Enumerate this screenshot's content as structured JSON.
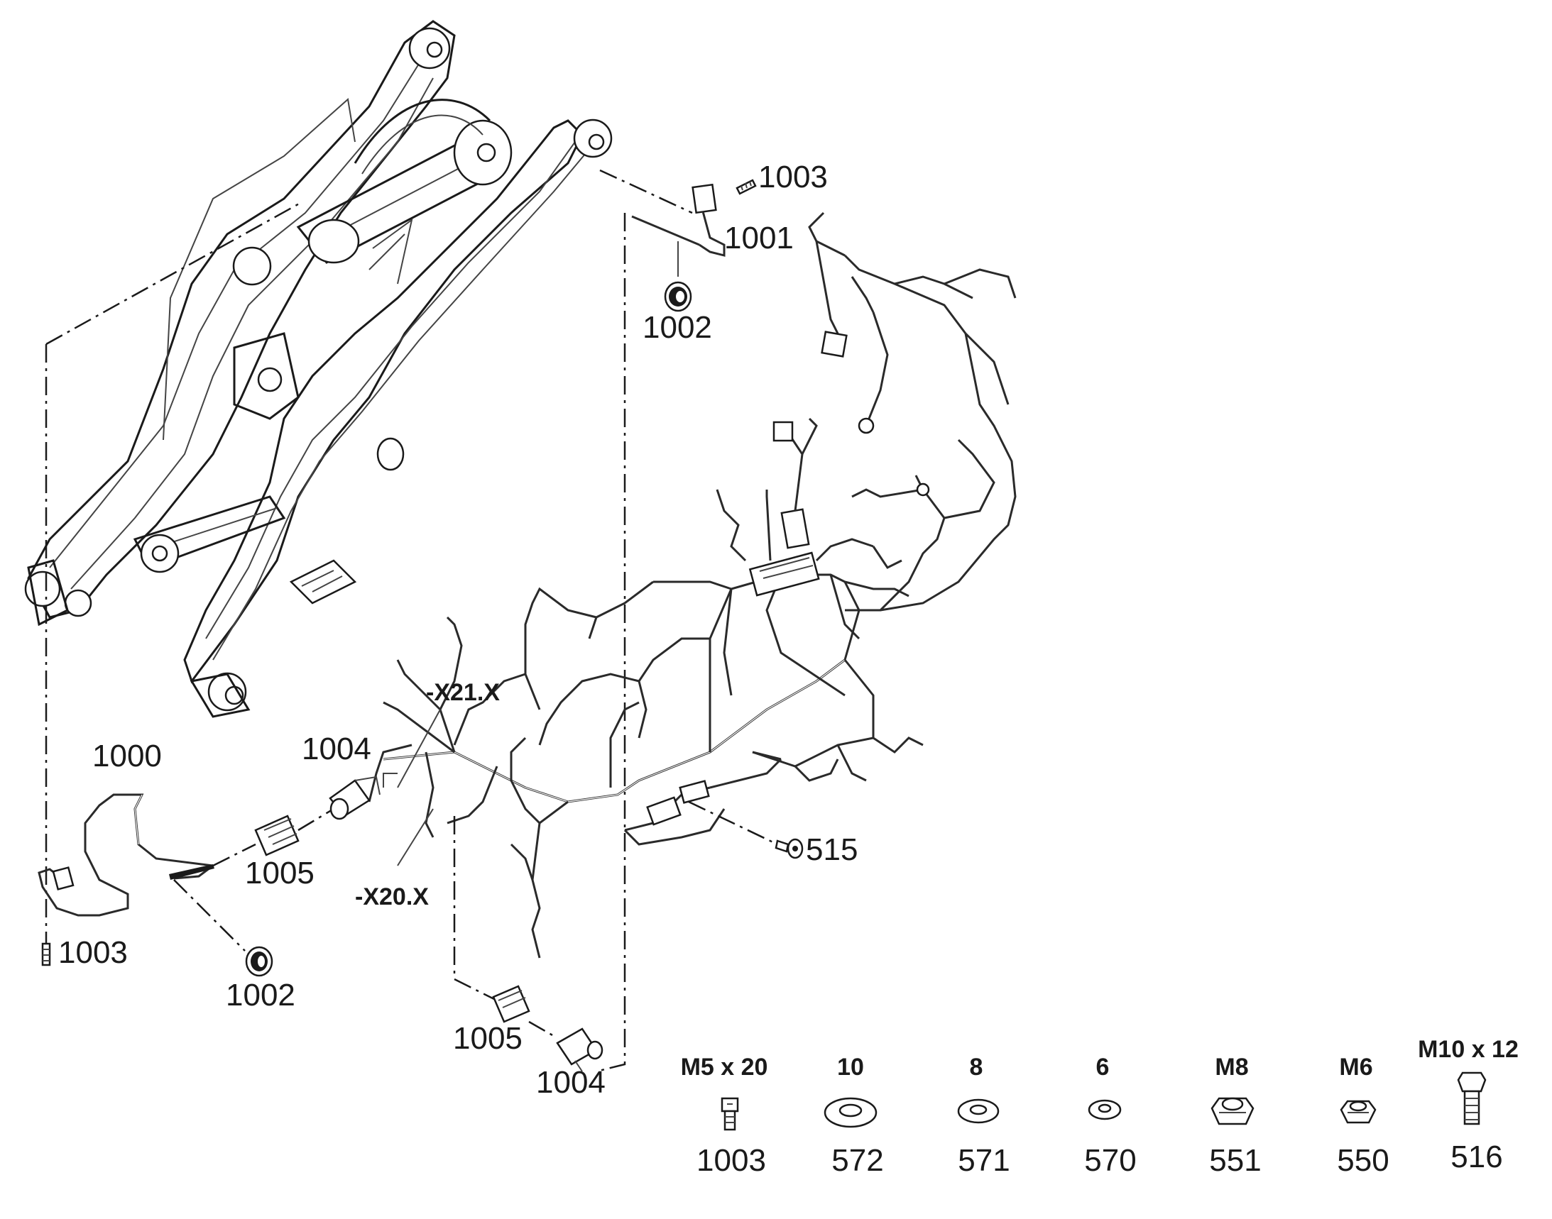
{
  "callouts": {
    "p1003_top": "1003",
    "p1001": "1001",
    "p1002_top": "1002",
    "p1000": "1000",
    "p1004_left": "1004",
    "p1005_left": "1005",
    "p1003_left": "1003",
    "p1002_left": "1002",
    "x21": "-X21.X",
    "x20": "-X20.X",
    "p515": "515",
    "p1005_bottom": "1005",
    "p1004_bottom": "1004"
  },
  "legend": [
    {
      "size": "M5 x 20",
      "part": "1003",
      "icon": "socket-screw-icon"
    },
    {
      "size": "10",
      "part": "572",
      "icon": "washer-icon"
    },
    {
      "size": "8",
      "part": "571",
      "icon": "washer-icon"
    },
    {
      "size": "6",
      "part": "570",
      "icon": "washer-icon"
    },
    {
      "size": "M8",
      "part": "551",
      "icon": "hex-nut-icon"
    },
    {
      "size": "M6",
      "part": "550",
      "icon": "hex-nut-icon"
    },
    {
      "size": "M10 x 12",
      "part": "516",
      "icon": "hex-bolt-icon"
    }
  ]
}
